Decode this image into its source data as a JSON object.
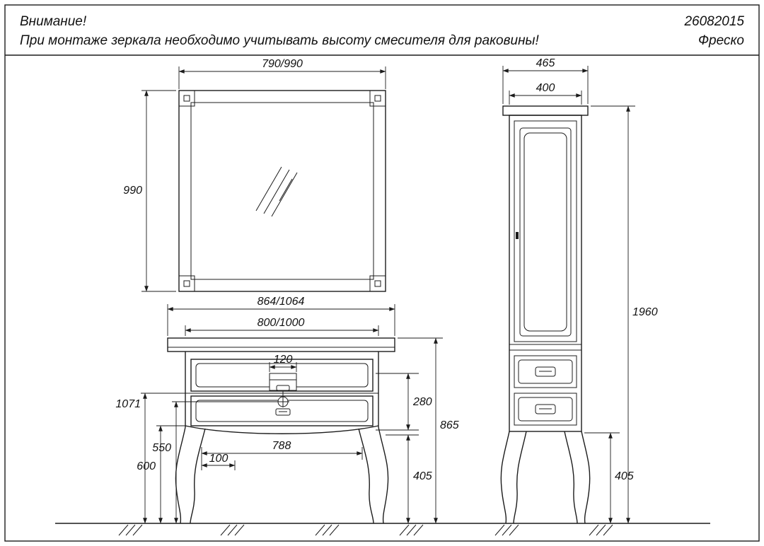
{
  "header": {
    "attention_title": "Внимание!",
    "attention_text": "При монтаже зеркала необходимо учитывать высоту смесителя для раковины!",
    "doc_number": "26082015",
    "model_name": "Фреско"
  },
  "mirror": {
    "width_label": "790/990",
    "height_label": "990"
  },
  "vanity": {
    "top_width_label": "864/1064",
    "body_width_label": "800/1000",
    "drain_width_label": "120",
    "total_height_label": "1071",
    "drawers_height_label": "280",
    "countertop_height_label": "865",
    "dim550_label": "550",
    "dim600_label": "600",
    "legs_span_label": "788",
    "dim100_label": "100",
    "leg_height_label": "405"
  },
  "cabinet": {
    "top_depth_label": "465",
    "width_label": "400",
    "height_label": "1960",
    "leg_height_label": "405"
  }
}
